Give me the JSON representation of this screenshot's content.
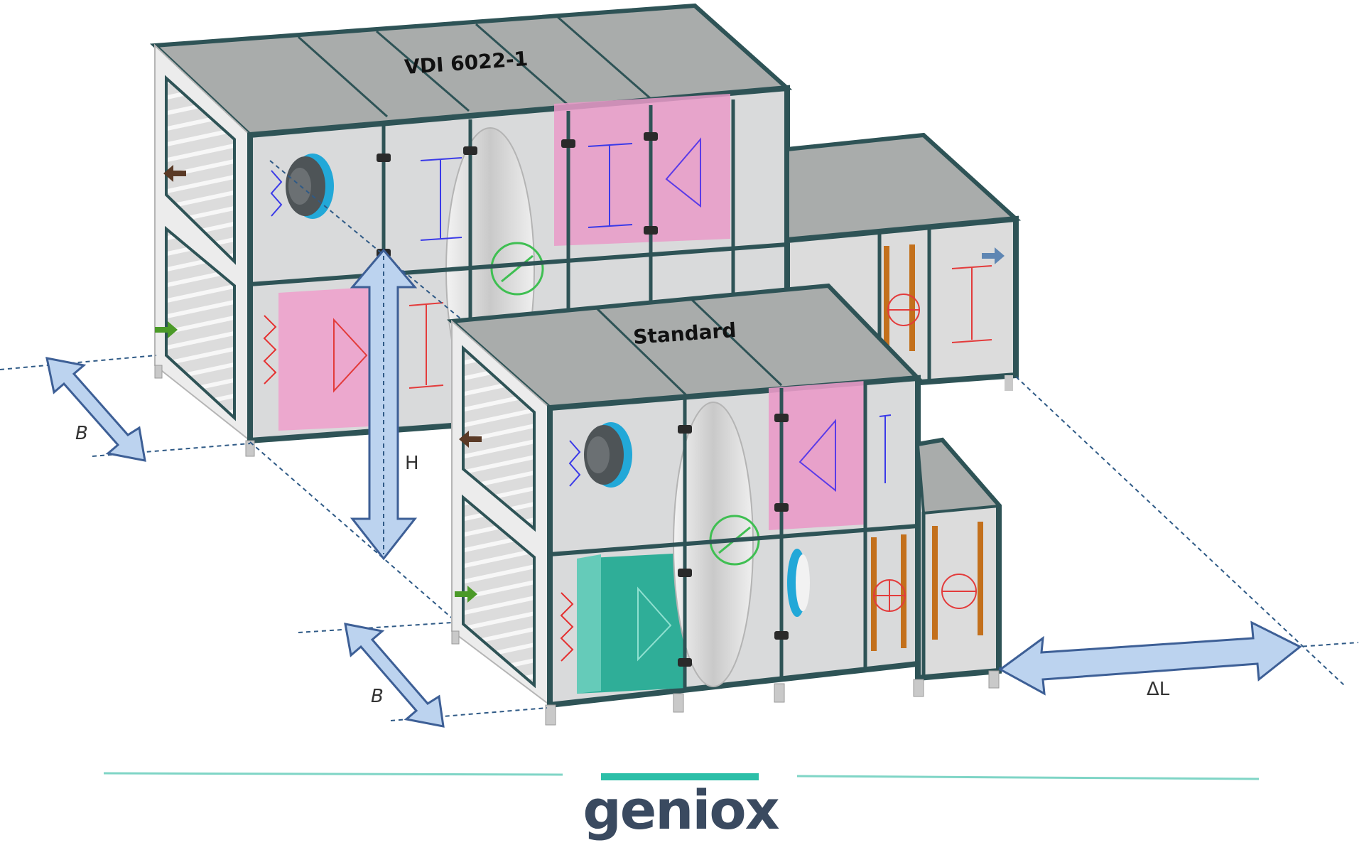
{
  "units": {
    "vdi": {
      "label": "VDI 6022-1"
    },
    "standard": {
      "label": "Standard"
    }
  },
  "dimensions": {
    "width_vdi": "B",
    "height": "H",
    "width_standard": "B",
    "length_delta": "ΔL"
  },
  "brand": {
    "name": "geniox"
  },
  "colors": {
    "frame": "#2e5356",
    "panel": "#a8acaa",
    "casing": "#e6e7e6",
    "filter": "#e99ac8",
    "heat_exchanger": "#2fae98",
    "fan_ring": "#22a8d8",
    "arrow": "#bcd3ef",
    "arrow_stroke": "#3d5f96",
    "accent_line": "#2cbfa8",
    "brand_text": "#3a4a60"
  },
  "icons": {
    "fan": "fan-icon",
    "filter": "filter-icon",
    "coil": "coil-icon",
    "damper": "damper-icon"
  }
}
